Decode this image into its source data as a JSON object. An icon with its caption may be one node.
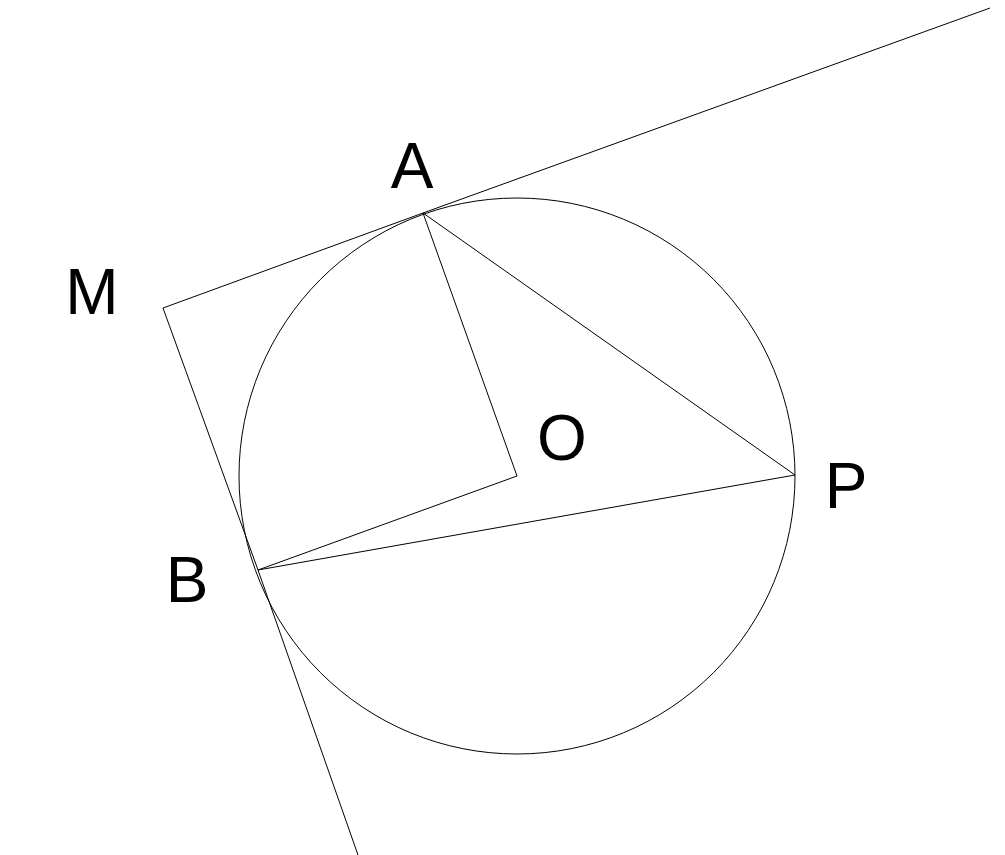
{
  "diagram": {
    "labels": [
      "A",
      "M",
      "O",
      "P",
      "B"
    ]
  }
}
